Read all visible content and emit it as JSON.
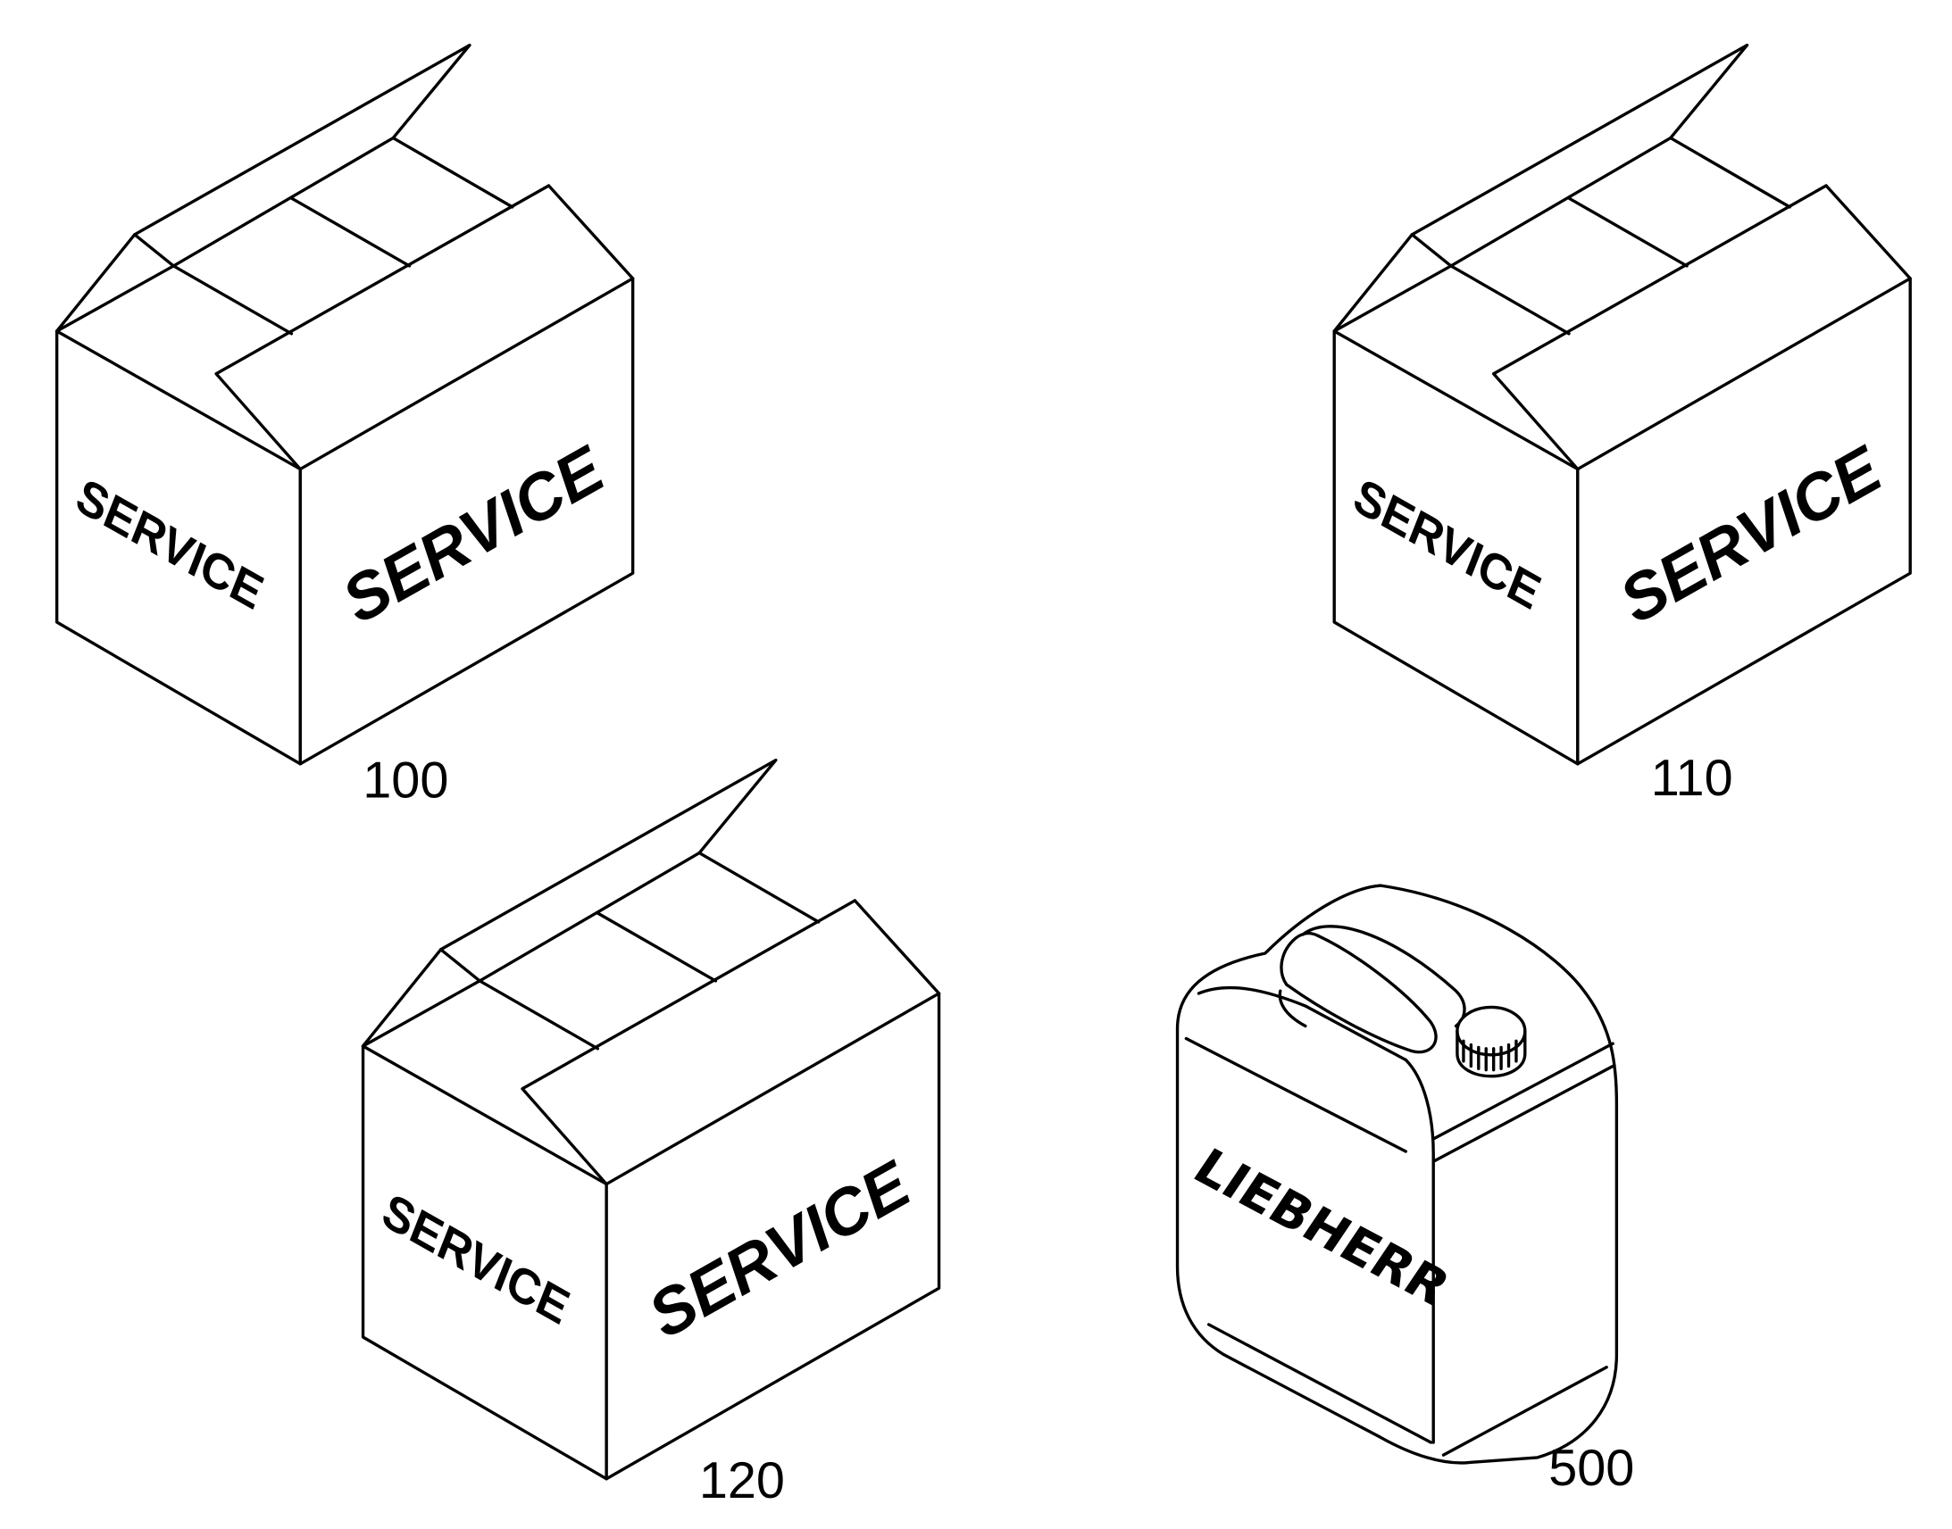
{
  "parts": [
    {
      "label": "100",
      "name": "service-box-100",
      "side_text": "SERVICE",
      "front_text": "SERVICE"
    },
    {
      "label": "110",
      "name": "service-box-110",
      "side_text": "SERVICE",
      "front_text": "SERVICE"
    },
    {
      "label": "120",
      "name": "service-box-120",
      "side_text": "SERVICE",
      "front_text": "SERVICE"
    },
    {
      "label": "500",
      "name": "canister-500",
      "brand_text": "LIEBHERR"
    }
  ]
}
